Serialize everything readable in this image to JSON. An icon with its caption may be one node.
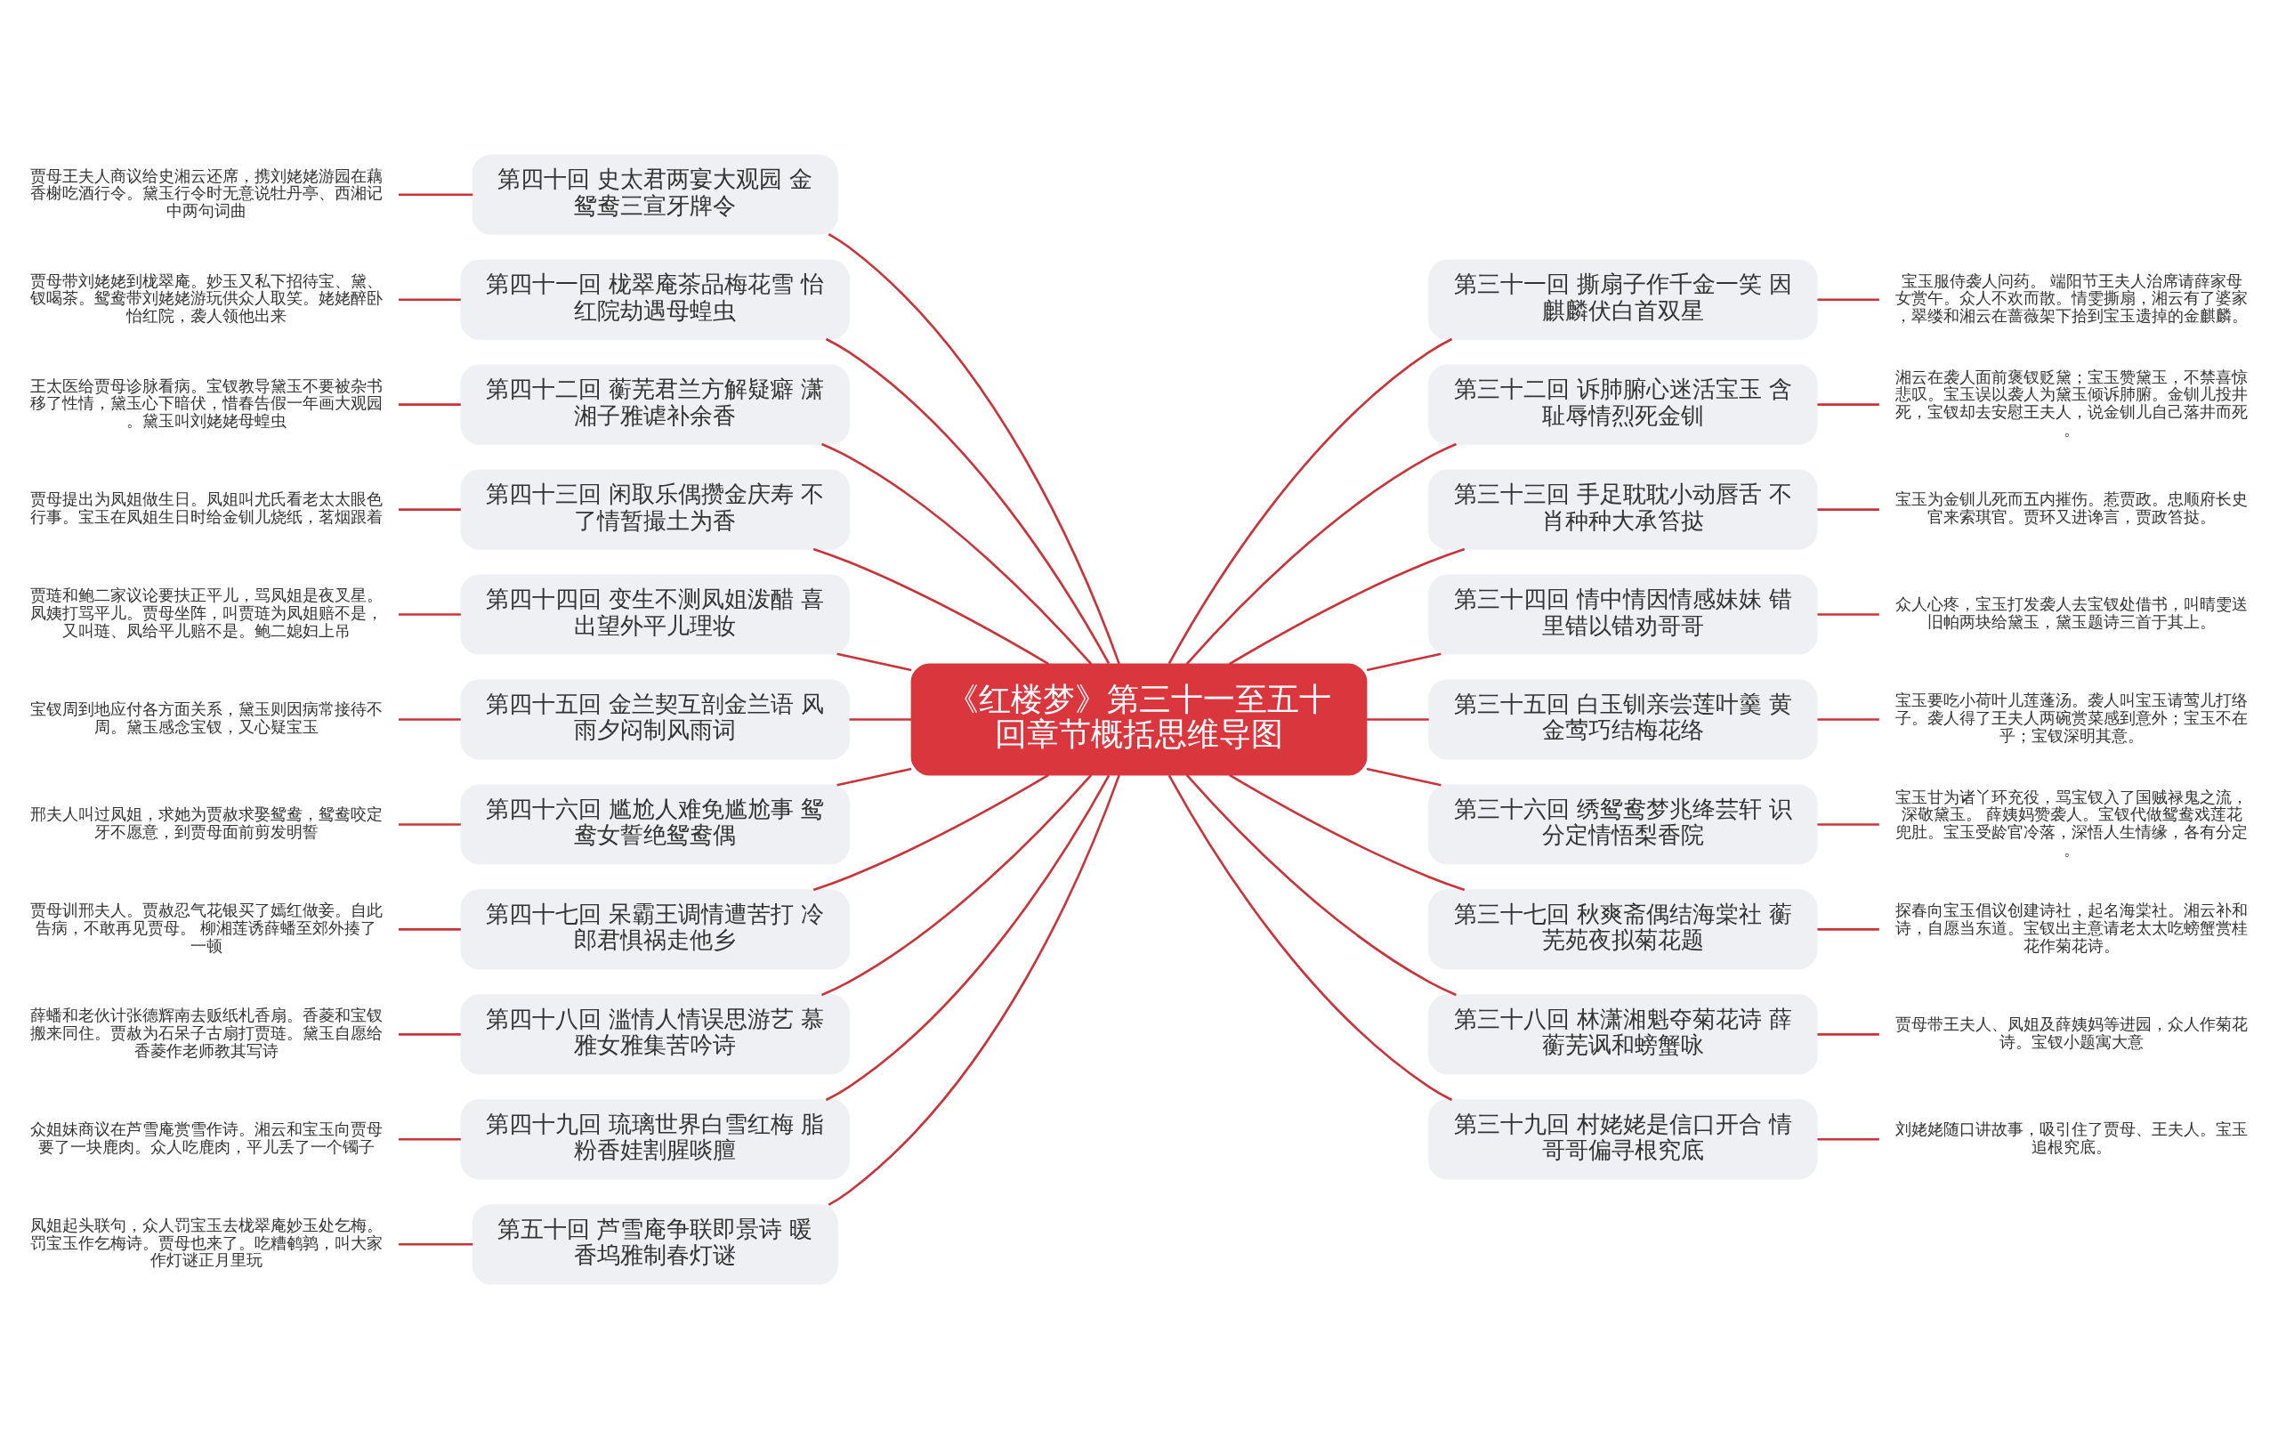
{
  "diagram": {
    "nodes": [
      {
        "text": [
          "《红楼梦》第三十一至五十回章节概括思维导图"
        ]
      },
      {
        "text": [
          "第三十一回 撕扇子作千金一笑 因麒麟伏白首双星"
        ]
      },
      {
        "text": [
          "宝玉服侍袭人问药。 端阳节王夫人治席请薛家母女赏午。众人不欢而散。情雯撕扇，湘云有了婆家，翠缕和湘云在蔷薇架下拾到宝玉遗掉的金麒麟。"
        ]
      },
      {
        "text": [
          "第三十二回 诉肺腑心迷活宝玉 含耻辱情烈死金钏"
        ]
      },
      {
        "text": [
          "湘云在袭人面前褒钗贬黛；宝玉赞黛玉，不禁喜惊悲叹。宝玉误以袭人为黛玉倾诉肺腑。金钏儿投井死，宝钗却去安慰王夫人，说金钏儿自己落井而死。"
        ]
      },
      {
        "text": [
          "第三十三回 手足耽耽小动唇舌 不肖种种大承笞挞"
        ]
      },
      {
        "text": [
          "宝玉为金钏儿死而五内摧伤。惹贾政。忠顺府长史官来索琪官。贾环又进谗言，贾政笞挞。"
        ]
      },
      {
        "text": [
          "第三十四回 情中情因情感妹妹 错里错以错劝哥哥"
        ]
      },
      {
        "text": [
          "众人心疼，宝玉打发袭人去宝钗处借书，叫晴雯送旧帕两块给黛玉，黛玉题诗三首于其上。"
        ]
      },
      {
        "text": [
          "第三十五回 白玉钏亲尝莲叶羹 黄金莺巧结梅花络"
        ]
      },
      {
        "text": [
          "宝玉要吃小荷叶儿莲蓬汤。袭人叫宝玉请莺儿打络子。袭人得了王夫人两碗赏菜感到意外；宝玉不在乎；宝钗深明其意。"
        ]
      },
      {
        "text": [
          "第三十六回 绣鸳鸯梦兆绛芸轩 识分定情悟梨香院"
        ]
      },
      {
        "text": [
          "宝玉甘为诸丫环充役，骂宝钗入了国贼禄鬼之流，深敬黛玉。 薛姨妈赞袭人。宝钗代做鸳鸯戏莲花兜肚。宝玉受龄官冷落，深悟人生情缘，各有分定。"
        ]
      },
      {
        "text": [
          "第三十七回 秋爽斋偶结海棠社 蘅芜苑夜拟菊花题"
        ]
      },
      {
        "text": [
          "探春向宝玉倡议创建诗社，起名海棠社。湘云补和诗，自愿当东道。宝钗出主意请老太太吃螃蟹赏桂花作菊花诗。"
        ]
      },
      {
        "text": [
          "第三十八回 林潇湘魁夺菊花诗 薛蘅芜讽和螃蟹咏"
        ]
      },
      {
        "text": [
          "贾母带王夫人、凤姐及薛姨妈等进园，众人作菊花诗。宝钗小题寓大意"
        ]
      },
      {
        "text": [
          "第三十九回 村姥姥是信口开合 情哥哥偏寻根究底"
        ]
      },
      {
        "text": [
          "刘姥姥随口讲故事，吸引住了贾母、王夫人。宝玉追根究底。"
        ]
      },
      {
        "text": [
          "第四十回 史太君两宴大观园 金鸳鸯三宣牙牌令"
        ]
      },
      {
        "text": [
          "贾母王夫人商议给史湘云还席，携刘姥姥游园在藕香榭吃酒行令。黛玉行令时无意说牡丹亭、西湘记中两句词曲"
        ]
      },
      {
        "text": [
          "第四十一回 栊翠庵茶品梅花雪 怡红院劫遇母蝗虫"
        ]
      },
      {
        "text": [
          "贾母带刘姥姥到栊翠庵。妙玉又私下招待宝、黛、钗喝茶。鸳鸯带刘姥姥游玩供众人取笑。姥姥醉卧怡红院，袭人领他出来"
        ]
      },
      {
        "text": [
          "第四十二回 蘅芜君兰方解疑癖 潇湘子雅谑补余香"
        ]
      },
      {
        "text": [
          "王太医给贾母诊脉看病。宝钗教导黛玉不要被杂书移了性情，黛玉心下暗伏，惜春告假一年画大观园。黛玉叫刘姥姥母蝗虫"
        ]
      },
      {
        "text": [
          "第四十三回 闲取乐偶攒金庆寿 不了情暂撮土为香"
        ]
      },
      {
        "text": [
          "贾母提出为凤姐做生日。凤姐叫尤氏看老太太眼色行事。宝玉在凤姐生日时给金钏儿烧纸，茗烟跟着"
        ]
      },
      {
        "text": [
          "第四十四回 变生不测凤姐泼醋 喜出望外平儿理妆"
        ]
      },
      {
        "text": [
          "贾琏和鲍二家议论要扶正平儿，骂凤姐是夜叉星。凤姨打骂平儿。贾母坐阵，叫贾琏为凤姐赔不是，又叫琏、凤给平儿赔不是。鲍二媳妇上吊"
        ]
      },
      {
        "text": [
          "第四十五回 金兰契互剖金兰语 风雨夕闷制风雨词"
        ]
      },
      {
        "text": [
          "宝钗周到地应付各方面关系，黛玉则因病常接待不周。黛玉感念宝钗，又心疑宝玉"
        ]
      },
      {
        "text": [
          "第四十六回 尴尬人难免尴尬事 鸳鸯女誓绝鸳鸯偶"
        ]
      },
      {
        "text": [
          "邢夫人叫过凤姐，求她为贾赦求娶鸳鸯，鸳鸯咬定牙不愿意，到贾母面前剪发明誓"
        ]
      },
      {
        "text": [
          "第四十七回 呆霸王调情遭苦打 冷郎君惧祸走他乡"
        ]
      },
      {
        "text": [
          "贾母训邢夫人。贾赦忍气花银买了嫣红做妾。自此告病，不敢再见贾母。 柳湘莲诱薛蟠至郊外揍了一顿"
        ]
      },
      {
        "text": [
          "第四十八回 滥情人情误思游艺 慕雅女雅集苦吟诗"
        ]
      },
      {
        "text": [
          "薛蟠和老伙计张德辉南去贩纸札香扇。香菱和宝钗搬来同住。贾赦为石呆子古扇打贾琏。黛玉自愿给香菱作老师教其写诗"
        ]
      },
      {
        "text": [
          "第四十九回 琉璃世界白雪红梅 脂粉香娃割腥啖膻"
        ]
      },
      {
        "text": [
          "众姐妹商议在芦雪庵赏雪作诗。湘云和宝玉向贾母要了一块鹿肉。众人吃鹿肉，平儿丢了一个镯子"
        ]
      },
      {
        "text": [
          "第五十回 芦雪庵争联即景诗 暖香坞雅制春灯谜"
        ]
      },
      {
        "text": [
          "凤姐起头联句，众人罚宝玉去栊翠庵妙玉处乞梅。罚宝玉作乞梅诗。贾母也来了。吃糟鹌鹑，叫大家作灯谜正月里玩"
        ]
      }
    ],
    "edges": [
      {
        "from": 0,
        "to": 1,
        "arrow": "none"
      },
      {
        "from": 1,
        "to": 2,
        "arrow": "none"
      },
      {
        "from": 0,
        "to": 3,
        "arrow": "none"
      },
      {
        "from": 3,
        "to": 4,
        "arrow": "none"
      },
      {
        "from": 0,
        "to": 5,
        "arrow": "none"
      },
      {
        "from": 5,
        "to": 6,
        "arrow": "none"
      },
      {
        "from": 0,
        "to": 7,
        "arrow": "none"
      },
      {
        "from": 7,
        "to": 8,
        "arrow": "none"
      },
      {
        "from": 0,
        "to": 9,
        "arrow": "none"
      },
      {
        "from": 9,
        "to": 10,
        "arrow": "none"
      },
      {
        "from": 0,
        "to": 11,
        "arrow": "none"
      },
      {
        "from": 11,
        "to": 12,
        "arrow": "none"
      },
      {
        "from": 0,
        "to": 13,
        "arrow": "none"
      },
      {
        "from": 13,
        "to": 14,
        "arrow": "none"
      },
      {
        "from": 0,
        "to": 15,
        "arrow": "none"
      },
      {
        "from": 15,
        "to": 16,
        "arrow": "none"
      },
      {
        "from": 0,
        "to": 17,
        "arrow": "none"
      },
      {
        "from": 17,
        "to": 18,
        "arrow": "none"
      },
      {
        "from": 0,
        "to": 19,
        "arrow": "none"
      },
      {
        "from": 19,
        "to": 20,
        "arrow": "none"
      },
      {
        "from": 0,
        "to": 21,
        "arrow": "none"
      },
      {
        "from": 21,
        "to": 22,
        "arrow": "none"
      },
      {
        "from": 0,
        "to": 23,
        "arrow": "none"
      },
      {
        "from": 23,
        "to": 24,
        "arrow": "none"
      },
      {
        "from": 0,
        "to": 25,
        "arrow": "none"
      },
      {
        "from": 25,
        "to": 26,
        "arrow": "none"
      },
      {
        "from": 0,
        "to": 27,
        "arrow": "none"
      },
      {
        "from": 27,
        "to": 28,
        "arrow": "none"
      },
      {
        "from": 0,
        "to": 29,
        "arrow": "none"
      },
      {
        "from": 29,
        "to": 30,
        "arrow": "none"
      },
      {
        "from": 0,
        "to": 31,
        "arrow": "none"
      },
      {
        "from": 31,
        "to": 32,
        "arrow": "none"
      },
      {
        "from": 0,
        "to": 33,
        "arrow": "none"
      },
      {
        "from": 33,
        "to": 34,
        "arrow": "none"
      },
      {
        "from": 0,
        "to": 35,
        "arrow": "none"
      },
      {
        "from": 35,
        "to": 36,
        "arrow": "none"
      },
      {
        "from": 0,
        "to": 37,
        "arrow": "none"
      },
      {
        "from": 37,
        "to": 38,
        "arrow": "none"
      },
      {
        "from": 0,
        "to": 39,
        "arrow": "none"
      },
      {
        "from": 39,
        "to": 40,
        "arrow": "none"
      }
    ]
  }
}
